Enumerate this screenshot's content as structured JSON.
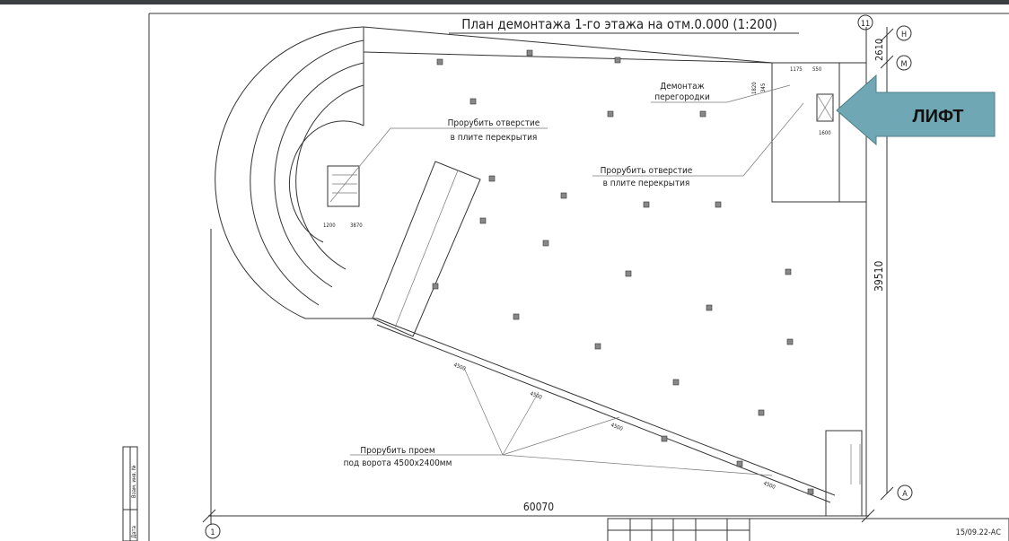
{
  "title": "План демонтажа 1-го этажа на отм.0.000 (1:200)",
  "callouts": {
    "partition_demo_1": "Демонтаж",
    "partition_demo_2": "перегородки",
    "slab_hole_left_1": "Прорубить отверстие",
    "slab_hole_left_2": "в плите перекрытия",
    "slab_hole_right_1": "Прорубить отверстие",
    "slab_hole_right_2": "в плите перекрытия",
    "gate_opening_1": "Прорубить проем",
    "gate_opening_2": "под ворота 4500х2400мм"
  },
  "lift_label": "ЛИФТ",
  "lift_arrow_color": "#6fa8b4",
  "dimensions": {
    "overall_width": "60070",
    "overall_depth": "39510",
    "top_bay": "2610",
    "gate_1": "4500",
    "gate_2": "4500",
    "gate_3": "4500",
    "gate_4": "4500",
    "stair_1": "1200",
    "stair_2": "3870",
    "room_1": "1175",
    "room_2": "550",
    "room_3": "1820",
    "room_4": "345",
    "room_5": "1600"
  },
  "grid_axes": {
    "axis_1": "1",
    "axis_11": "11",
    "axis_H": "Н",
    "axis_M": "М",
    "axis_A": "А"
  },
  "stamp": {
    "code": "15/09.22-АС",
    "side_label_1": "Взам. инв. №",
    "side_label_2": "Дата"
  }
}
